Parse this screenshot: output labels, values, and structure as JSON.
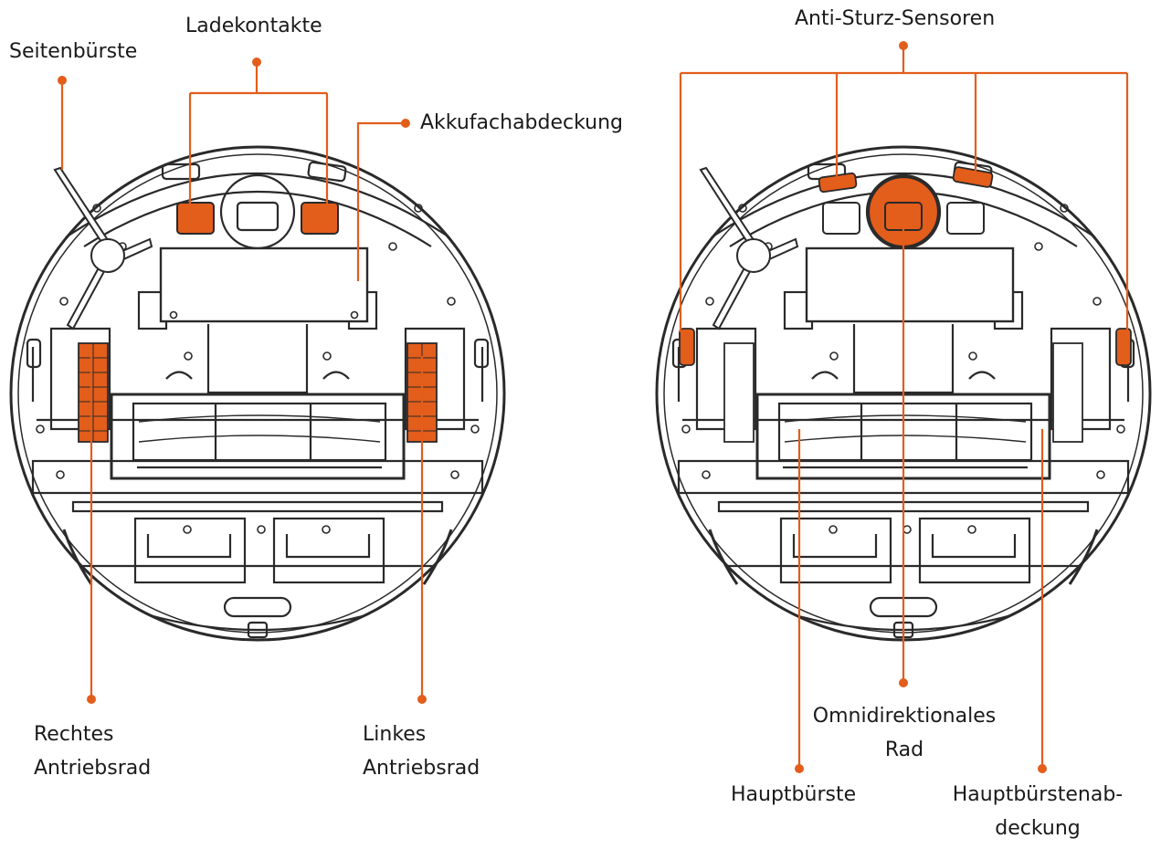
{
  "colors": {
    "accent": "#e35d1b",
    "line": "#2a2a2a",
    "background": "#ffffff"
  },
  "left_robot": {
    "labels": {
      "side_brush": "Seitenbürste",
      "charging_contacts": "Ladekontakte",
      "battery_cover": "Akkufachabdeckung",
      "right_wheel_line1": "Rechtes",
      "right_wheel_line2": "Antriebsrad",
      "left_wheel_line1": "Linkes",
      "left_wheel_line2": "Antriebsrad"
    }
  },
  "right_robot": {
    "labels": {
      "cliff_sensors": "Anti-Sturz-Sensoren",
      "omni_wheel_line1": "Omnidirektionales",
      "omni_wheel_line2": "Rad",
      "main_brush": "Hauptbürste",
      "brush_cover_line1": "Hauptbürstenab-",
      "brush_cover_line2": "deckung"
    }
  }
}
